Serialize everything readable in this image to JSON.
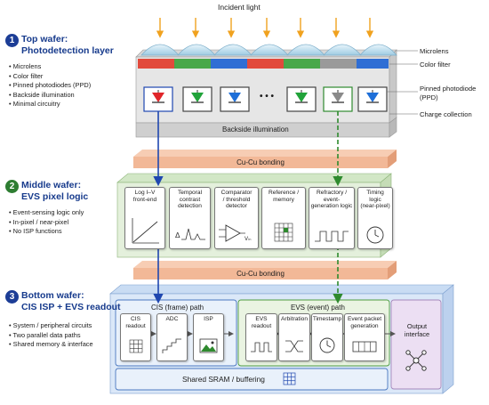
{
  "incident_light": "Incident light",
  "top": {
    "number": "1",
    "title1": "Top wafer:",
    "title2": "Photodetection layer",
    "bullets": [
      "Microlens",
      "Color filter",
      "Pinned photodiodes (PPD)",
      "Backside illumination",
      "Minimal circuitry"
    ],
    "right_labels": {
      "microlens": "Microlens",
      "color_filter": "Color filter",
      "ppd1": "Pinned photodiode",
      "ppd2": "(PPD)",
      "charge": "Charge collection"
    },
    "base_label": "Backside illumination",
    "ellipsis": "• • •"
  },
  "bond1": "Cu-Cu bonding",
  "bond2": "Cu-Cu bonding",
  "middle": {
    "number": "2",
    "title1": "Middle wafer:",
    "title2": "EVS pixel logic",
    "bullets": [
      "Event-sensing logic only",
      "In-pixel / near-pixel",
      "No ISP functions"
    ],
    "blocks": [
      {
        "l1": "Log I–V",
        "l2": "front-end",
        "l3": ""
      },
      {
        "l1": "Temporal",
        "l2": "contrast",
        "l3": "detection"
      },
      {
        "l1": "Comparator",
        "l2": "/ threshold",
        "l3": "detector"
      },
      {
        "l1": "Reference /",
        "l2": "memory",
        "l3": ""
      },
      {
        "l1": "Refractory /",
        "l2": "event-",
        "l3": "generation logic"
      },
      {
        "l1": "Timing",
        "l2": "logic",
        "l3": "(near-pixel)"
      }
    ],
    "vin": "Vᵢₙ",
    "delta": "Δ"
  },
  "bottom": {
    "number": "3",
    "title1": "Bottom wafer:",
    "title2": "CIS ISP + EVS readout",
    "bullets": [
      "System / peripheral circuits",
      "Two parallel data paths",
      "Shared memory & interface"
    ],
    "cis_path": "CIS (frame) path",
    "evs_path": "EVS (event) path",
    "cis_blocks": [
      {
        "l1": "CIS",
        "l2": "readout"
      },
      {
        "l1": "ADC",
        "l2": ""
      },
      {
        "l1": "ISP",
        "l2": ""
      }
    ],
    "evs_blocks": [
      {
        "l1": "EVS",
        "l2": "readout"
      },
      {
        "l1": "Arbitration",
        "l2": ""
      },
      {
        "l1": "Timestamp",
        "l2": ""
      },
      {
        "l1": "Event packet",
        "l2": "generation"
      }
    ],
    "output1": "Output",
    "output2": "interface",
    "sram": "Shared SRAM / buffering"
  },
  "colors": {
    "accent_blue": "#163a8c",
    "badge_blue": "#1c3d96",
    "cis_line": "#1f47b0",
    "evs_line": "#2e8a2e",
    "bond": "#f2b897",
    "top_layer": "#e6e6e6",
    "middle_layer": "#e4f0dc",
    "bottom_layer": "#dbe8f8",
    "output_box": "#ecdff3"
  }
}
